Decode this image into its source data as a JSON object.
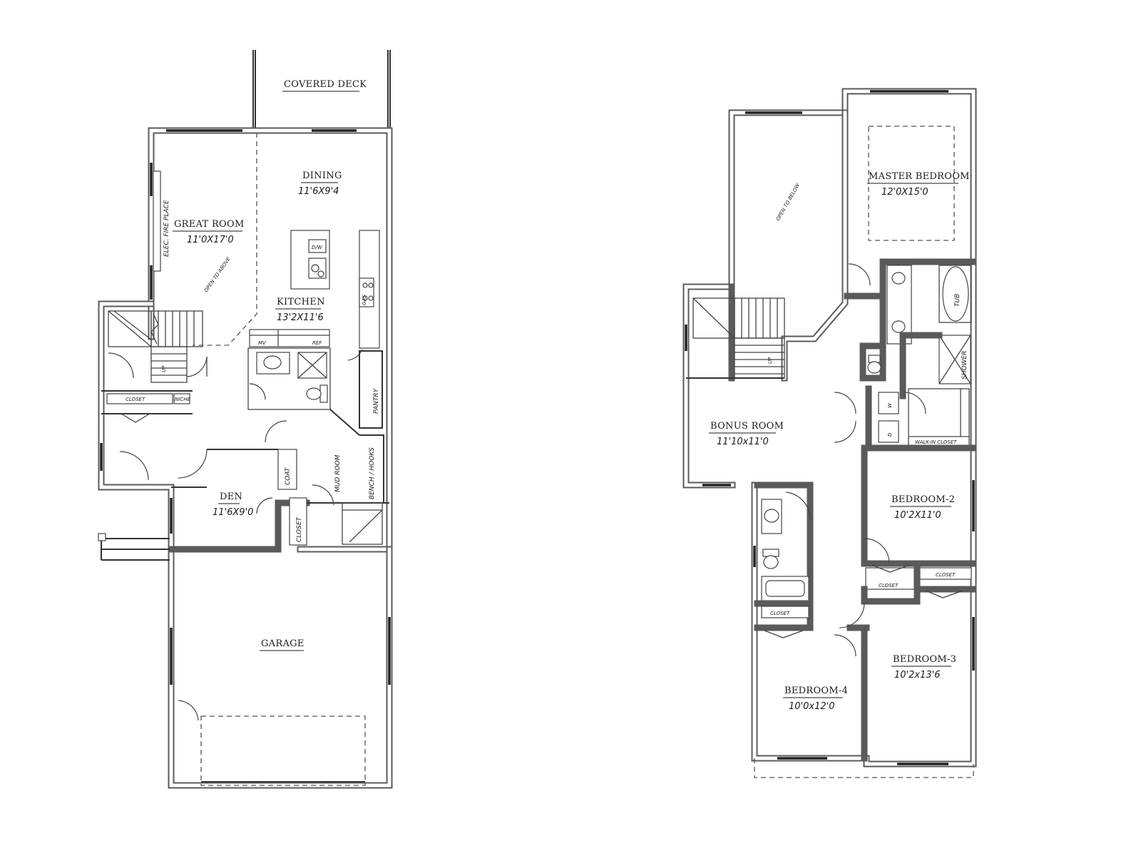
{
  "main_floor": {
    "covered_deck": "COVERED  DECK",
    "great_room": {
      "name": "GREAT ROOM",
      "size": "11'0X17'0"
    },
    "dining": {
      "name": "DINING",
      "size": "11'6X9'4"
    },
    "kitchen": {
      "name": "KITCHEN",
      "size": "13'2X11'6"
    },
    "fireplace": "ELEC. FIRE PLACE",
    "open_to_above": "OPEN TO ABOVE",
    "dw": "D/W",
    "gas": "GAS",
    "mv": "MV",
    "ref": "REF",
    "pantry": "PANTRY",
    "closet": "CLOSET",
    "niche": "NICHE",
    "up": "UP",
    "mud_room": "MUD ROOM",
    "bench_hooks": "BENCH / HOOKS",
    "coat": "COAT",
    "closet_small": "CLOSET",
    "den": {
      "name": "DEN",
      "size": "11'6X9'0"
    },
    "garage": "GARAGE"
  },
  "upper_floor": {
    "open_to_below": "OPEN TO BELOW",
    "master_bedroom": {
      "name": "MASTER BEDROOM",
      "size": "12'0X15'0"
    },
    "tub": "TUB",
    "shower": "SHOWER",
    "w": "W",
    "d": "D",
    "walk_in_closet": "WALK-IN CLOSET",
    "up": "UP",
    "bonus_room": {
      "name": "BONUS ROOM",
      "size": "11'10x11'0"
    },
    "bedroom2": {
      "name": "BEDROOM-2",
      "size": "10'2X11'0"
    },
    "closet_a": "CLOSET",
    "closet_b": "CLOSET",
    "closet_c": "CLOSET",
    "bedroom3": {
      "name": "BEDROOM-3",
      "size": "10'2x13'6"
    },
    "bedroom4": {
      "name": "BEDROOM-4",
      "size": "10'0x12'0"
    }
  }
}
